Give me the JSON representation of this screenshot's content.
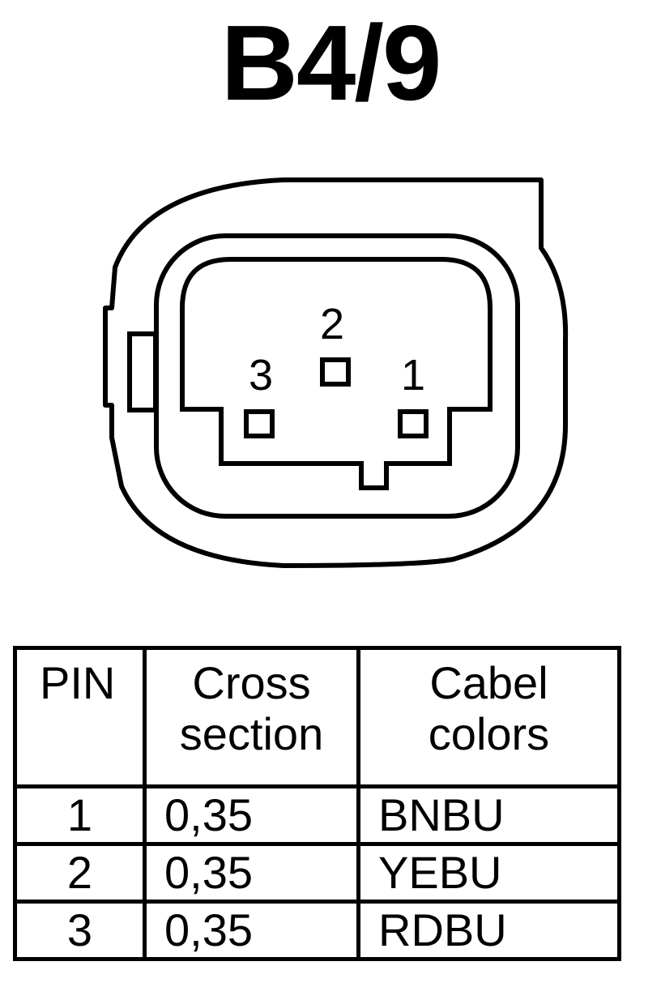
{
  "title": "B4/9",
  "connector": {
    "pin_labels": [
      "1",
      "2",
      "3"
    ]
  },
  "table": {
    "headers": {
      "pin": "PIN",
      "cross_line1": "Cross",
      "cross_line2": "section",
      "color_line1": "Cabel",
      "color_line2": "colors"
    },
    "rows": [
      {
        "pin": "1",
        "cross_section": "0,35",
        "color": "BNBU"
      },
      {
        "pin": "2",
        "cross_section": "0,35",
        "color": "YEBU"
      },
      {
        "pin": "3",
        "cross_section": "0,35",
        "color": "RDBU"
      }
    ]
  }
}
